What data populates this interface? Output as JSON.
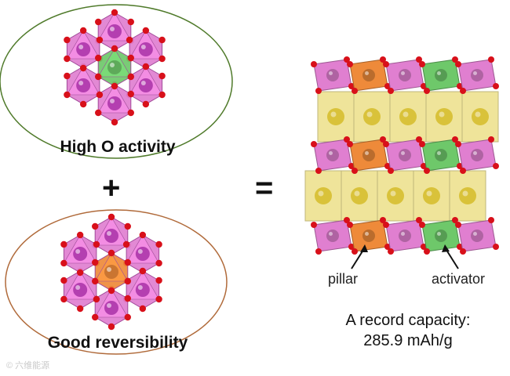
{
  "left_panel": {
    "top_structure_label": "High O activity",
    "bottom_structure_label": "Good reversibility",
    "plus_symbol": "+"
  },
  "equals_symbol": "=",
  "right_panel": {
    "pillar_label": "pillar",
    "activator_label": "activator",
    "capacity_title": "A record capacity:",
    "capacity_value": "285.9 mAh/g"
  },
  "watermark": "© 六维能源",
  "colors": {
    "octahedron": "#e07fd0",
    "octahedron_edge": "#a04a98",
    "tm_atom": "#b43fb0",
    "activator": "#6ec86a",
    "pillar": "#ee8a3a",
    "li_layer": "#efe49a",
    "li_atom": "#d9c23a",
    "oxygen": "#d8101a",
    "top_ellipse_stroke": "#4f7a2a",
    "bottom_ellipse_stroke": "#b06a3a"
  }
}
